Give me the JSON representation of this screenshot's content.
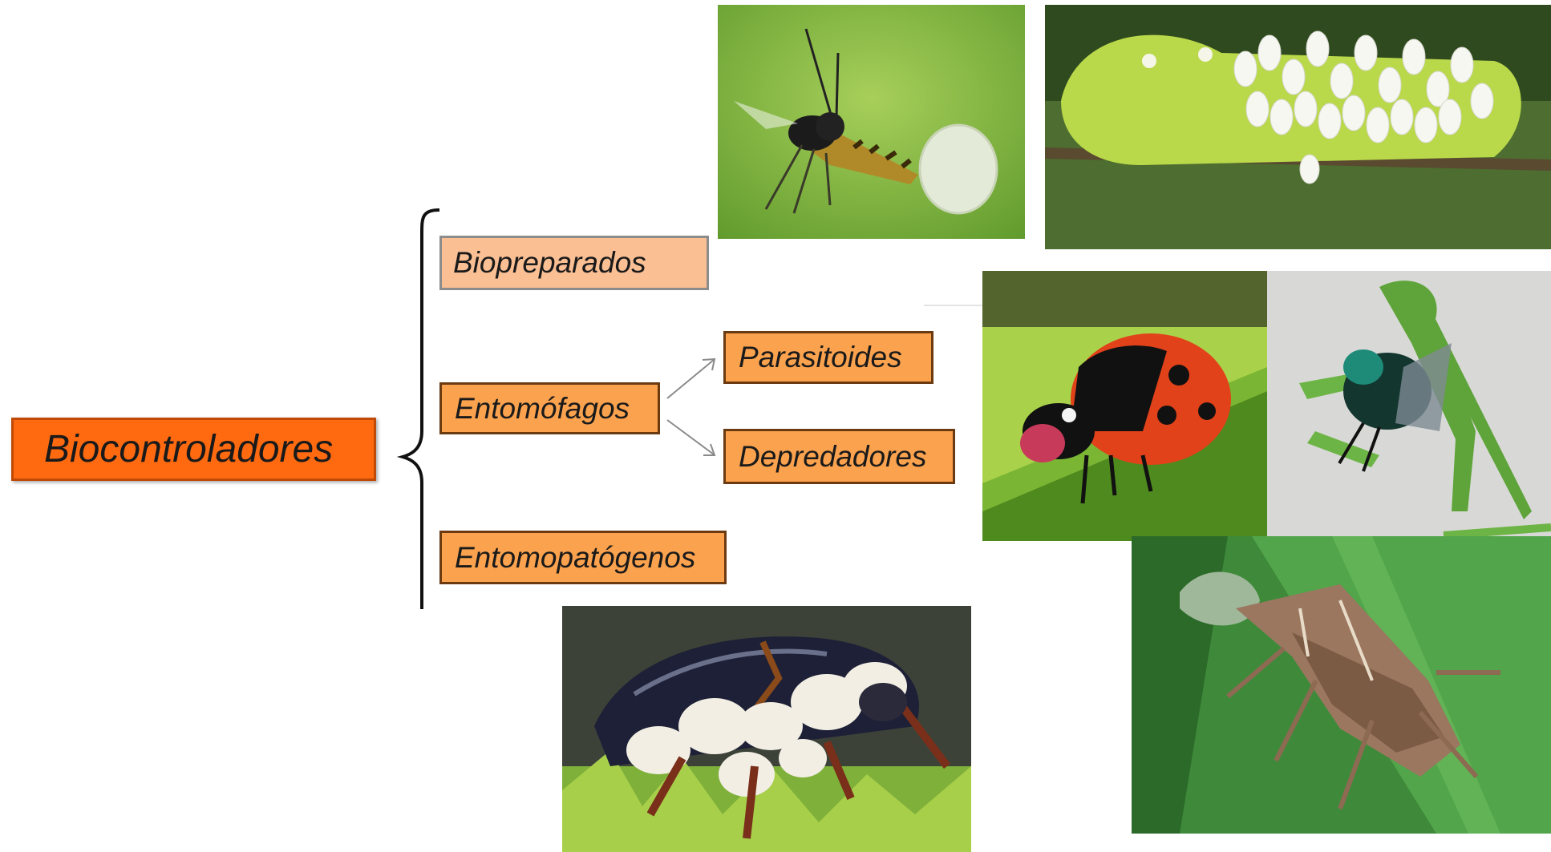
{
  "diagram": {
    "root": {
      "label": "Biocontroladores"
    },
    "categories": {
      "biopreparados": "Biopreparados",
      "entomofagos": "Entomófagos",
      "entomopatogenos": "Entomopatógenos"
    },
    "subcategories": {
      "parasitoides": "Parasitoides",
      "depredadores": "Depredadores"
    }
  },
  "colors": {
    "root_fill": "#ff6a10",
    "light_fill": "#fbbf94",
    "orange_fill": "#fba24e"
  },
  "photos": [
    {
      "name": "parasitoid-wasp-on-aphid-photo"
    },
    {
      "name": "hornworm-with-wasp-cocoons-photo"
    },
    {
      "name": "ladybug-photo"
    },
    {
      "name": "mantis-eating-fly-photo"
    },
    {
      "name": "stink-bug-predator-photo"
    },
    {
      "name": "fungus-infected-beetle-photo"
    }
  ]
}
